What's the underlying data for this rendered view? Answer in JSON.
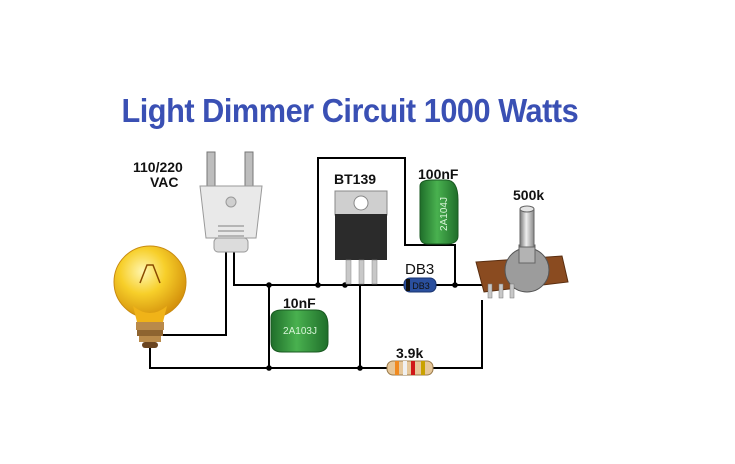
{
  "title": "Light Dimmer Circuit 1000 Watts",
  "labels": {
    "voltage_line1": "110/220",
    "voltage_line2": "VAC",
    "triac": "BT139",
    "cap_100nf": "100nF",
    "pot": "500k",
    "diac": "DB3",
    "cap_10nf": "10nF",
    "resistor": "3.9k"
  },
  "component_markings": {
    "cap_100nf_code": "2A104J",
    "cap_10nf_code": "2A103J",
    "diac_body": "DB3"
  },
  "colors": {
    "title": "#3a50b4",
    "wire": "#000000",
    "capacitor": "#2f8f3a",
    "triac_body": "#2b2b2b",
    "diac_body": "#2a4f9e",
    "bulb_glass": "#f4c21c",
    "pot_body": "#8a4b20"
  },
  "icons": [
    "power-plug-icon",
    "light-bulb-icon"
  ]
}
